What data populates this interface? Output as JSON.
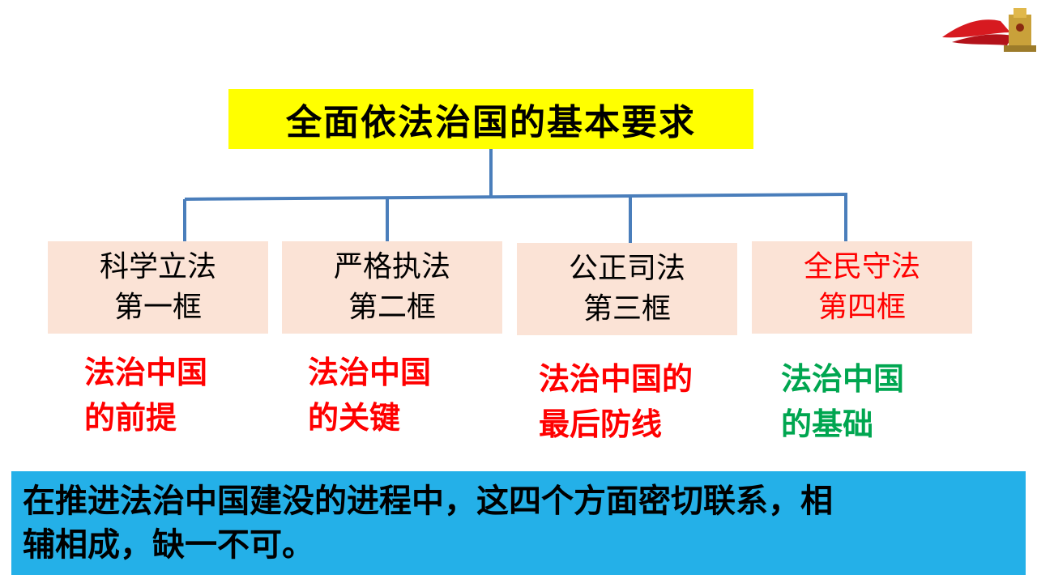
{
  "title": "全面依法治国的基本要求",
  "colors": {
    "title_bg": "#ffff00",
    "pillar_bg": "#fbe3d6",
    "connector": "#4a7ebb",
    "role_red": "#ff0000",
    "role_green": "#00a650",
    "summary_bg": "#24b0e8"
  },
  "pillars": [
    {
      "name": "科学立法",
      "frame": "第一框",
      "role_line1": "法治中国",
      "role_line2": "的前提",
      "name_color": "#000000",
      "role_color": "#ff0000"
    },
    {
      "name": "严格执法",
      "frame": "第二框",
      "role_line1": "法治中国",
      "role_line2": "的关键",
      "name_color": "#000000",
      "role_color": "#ff0000"
    },
    {
      "name": "公正司法",
      "frame": "第三框",
      "role_line1": "法治中国的",
      "role_line2": "最后防线",
      "name_color": "#000000",
      "role_color": "#ff0000"
    },
    {
      "name": "全民守法",
      "frame": "第四框",
      "role_line1": "法治中国",
      "role_line2": "的基础",
      "name_color": "#ff0000",
      "role_color": "#00a650"
    }
  ],
  "summary": {
    "line1": "在推进法治中国建没的进程中，这四个方面密切联系，相",
    "line2": "辅相成，缺一不可。"
  }
}
